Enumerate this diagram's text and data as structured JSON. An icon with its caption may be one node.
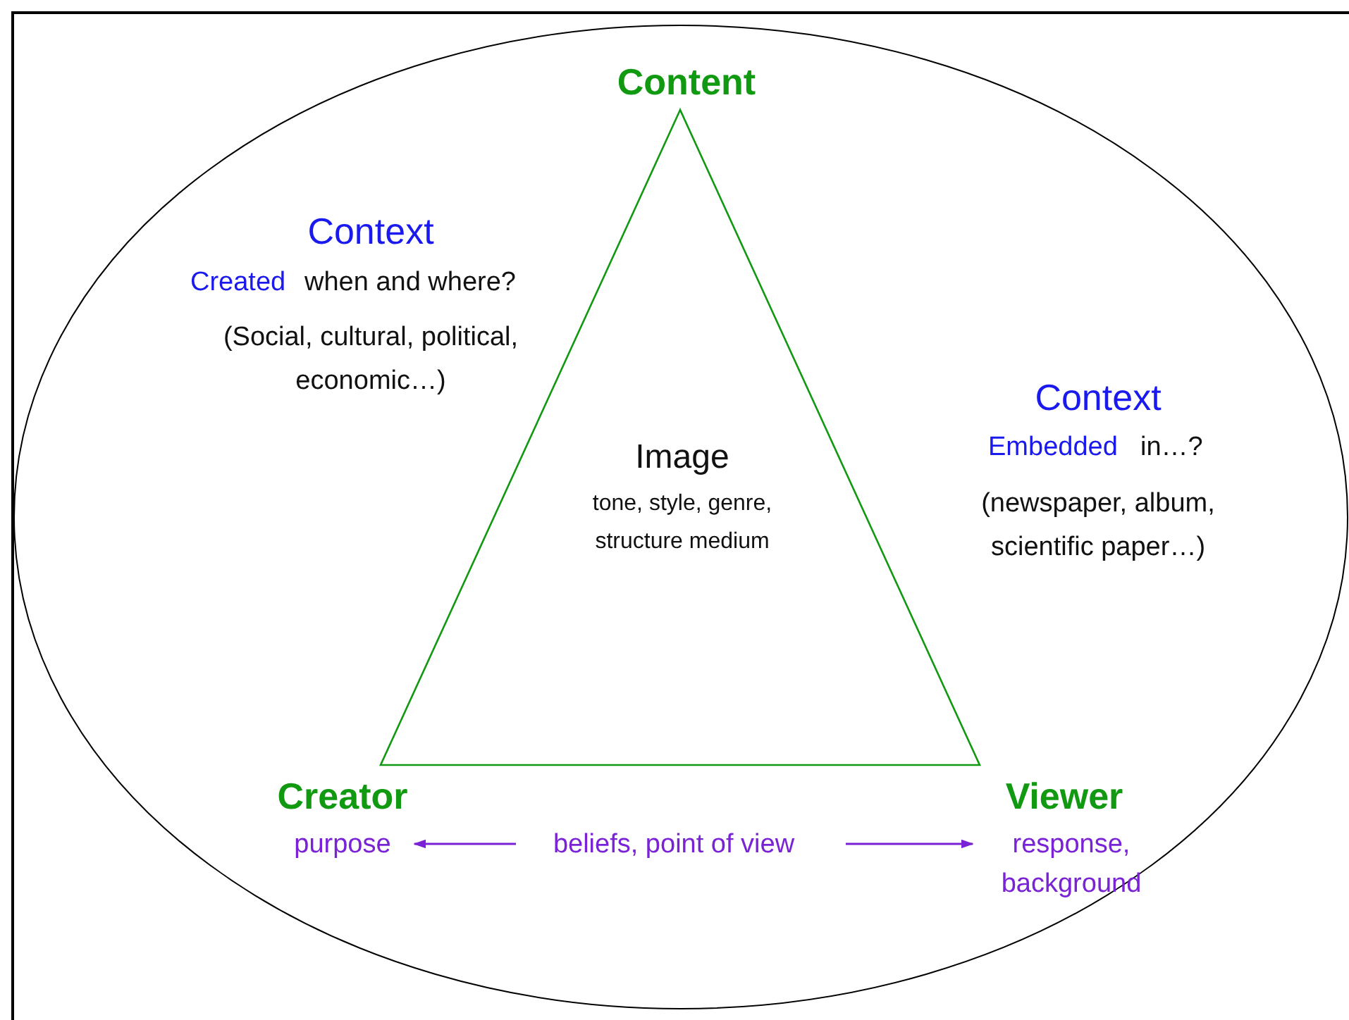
{
  "diagram": {
    "nodes": [
      {
        "text": [],
        "shape": "ellipse"
      },
      {
        "text": [
          "Image",
          "tone, style, genre, structure medium"
        ],
        "in": 0
      },
      {
        "text": [
          "purpose"
        ],
        "in": 0
      },
      {
        "text": [
          "beliefs, point of view"
        ],
        "in": 0
      },
      {
        "text": [
          "response, background"
        ],
        "in": 0
      }
    ],
    "edges": [
      {
        "from": 3,
        "to": 2,
        "arrow": "to"
      },
      {
        "from": 3,
        "to": 4,
        "arrow": "to"
      }
    ],
    "labels": [
      "Content",
      "Context",
      "Created",
      "when and where?",
      "(Social, cultural, political, economic…)",
      "Context",
      "Embedded",
      "in…?",
      "(newspaper, album, scientific paper…)",
      "Creator",
      "Viewer"
    ]
  }
}
